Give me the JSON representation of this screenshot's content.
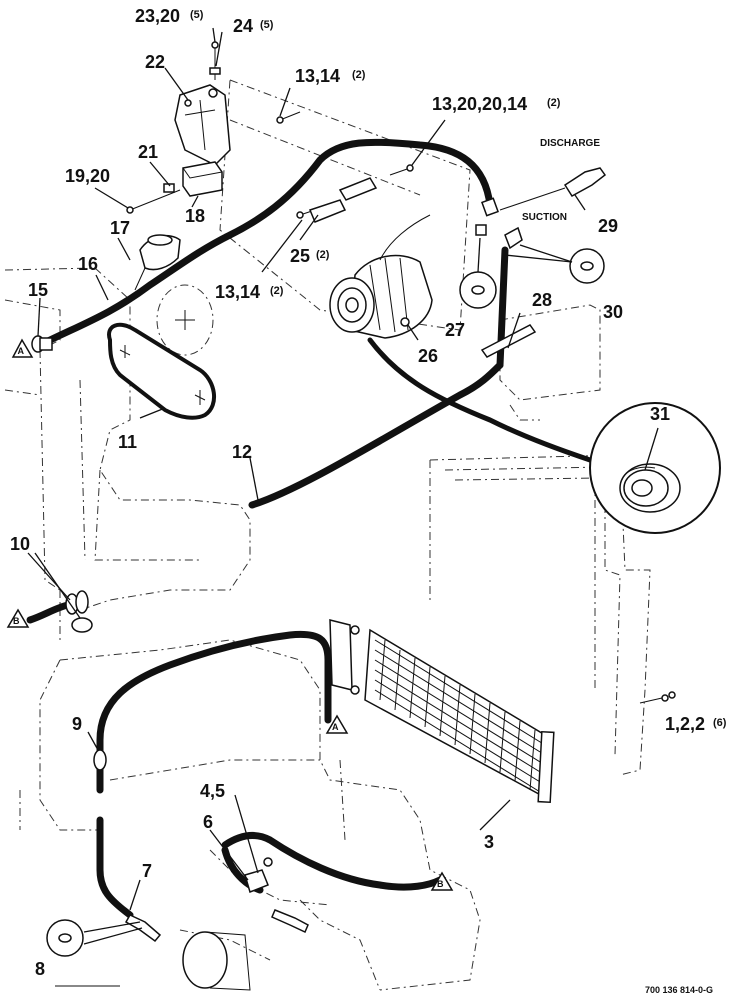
{
  "callouts": {
    "c23_20": {
      "label": "23,20",
      "qty": "(5)"
    },
    "c24": {
      "label": "24",
      "qty": "(5)"
    },
    "c22": {
      "label": "22"
    },
    "c13_14_top": {
      "label": "13,14",
      "qty": "(2)"
    },
    "c13_20_20_14": {
      "label": "13,20,20,14",
      "qty": "(2)"
    },
    "c21": {
      "label": "21"
    },
    "c19_20": {
      "label": "19,20"
    },
    "c18": {
      "label": "18"
    },
    "c17": {
      "label": "17"
    },
    "c16": {
      "label": "16"
    },
    "c15": {
      "label": "15"
    },
    "c25": {
      "label": "25",
      "qty": "(2)"
    },
    "c13_14_mid": {
      "label": "13,14",
      "qty": "(2)"
    },
    "c29": {
      "label": "29"
    },
    "c30": {
      "label": "30"
    },
    "c27": {
      "label": "27"
    },
    "c28": {
      "label": "28"
    },
    "c26": {
      "label": "26"
    },
    "c31": {
      "label": "31"
    },
    "c11": {
      "label": "11"
    },
    "c12": {
      "label": "12"
    },
    "c10": {
      "label": "10"
    },
    "c9": {
      "label": "9"
    },
    "c1_2_2": {
      "label": "1,2,2",
      "qty": "(6)"
    },
    "c3": {
      "label": "3"
    },
    "c4_5": {
      "label": "4,5"
    },
    "c6": {
      "label": "6"
    },
    "c7": {
      "label": "7"
    },
    "c8": {
      "label": "8"
    }
  },
  "annotations": {
    "discharge": "DISCHARGE",
    "suction": "SUCTION"
  },
  "refs": {
    "a": "A",
    "b": "B"
  },
  "footer": {
    "part_number": "700 136 814-0-G"
  }
}
